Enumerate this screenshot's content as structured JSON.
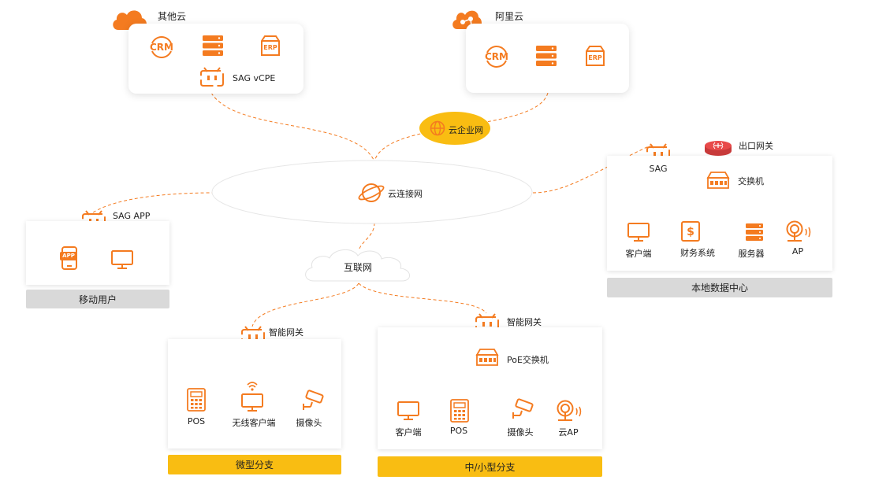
{
  "colors": {
    "accent": "#f47b20",
    "yellow": "#f9bd12",
    "gray_bar": "#d9d9d9",
    "router_red": "#e84a4a"
  },
  "clouds": {
    "other": {
      "title": "其他云",
      "crm": "CRM",
      "erp": "ERP",
      "gateway": "SAG vCPE"
    },
    "aliyun": {
      "title": "阿里云",
      "crm": "CRM",
      "erp": "ERP"
    }
  },
  "cen": "云企业网",
  "connect_net": "云连接网",
  "internet": "互联网",
  "mobile": {
    "app_label": "SAG APP",
    "app_badge": "APP",
    "bar": "移动用户"
  },
  "datacenter": {
    "sag": "SAG",
    "exit_gateway": "出口网关",
    "switch": "交换机",
    "items": [
      "客户端",
      "财务系统",
      "服务器",
      "AP"
    ],
    "bar": "本地数据中心"
  },
  "micro": {
    "gateway": "智能网关",
    "items": [
      "POS",
      "无线客户端",
      "摄像头"
    ],
    "bar": "微型分支"
  },
  "small": {
    "gateway": "智能网关",
    "switch": "PoE交换机",
    "items": [
      "客户端",
      "POS",
      "摄像头",
      "云AP"
    ],
    "bar": "中/小型分支"
  }
}
